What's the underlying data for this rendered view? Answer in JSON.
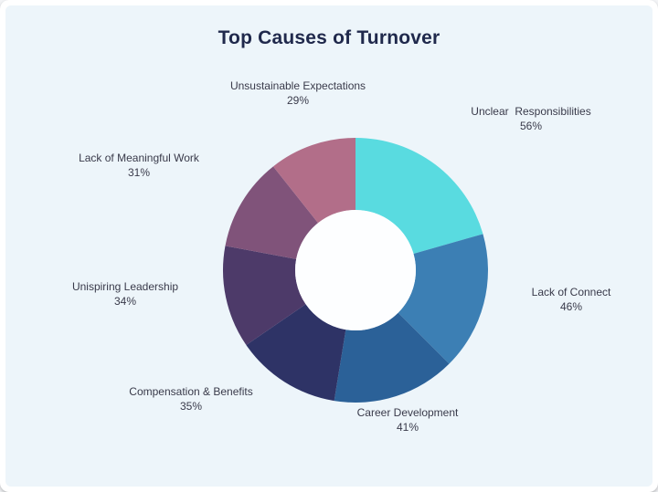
{
  "title": "Top Causes of Turnover",
  "chart_data": {
    "type": "pie",
    "subtype": "donut",
    "title": "Top Causes of Turnover",
    "direction": "clockwise",
    "start_angle_deg": 0,
    "legend_position": "none",
    "labels_shown": "around-chart",
    "background_color": "#edf5fa",
    "hole_color": "#fdfeff",
    "title_color": "#20294c",
    "label_color": "#393a4a",
    "segments": [
      {
        "label": "Unclear  Responsibilities",
        "value": 56,
        "value_label": "56%",
        "color": "#59dbe0"
      },
      {
        "label": "Lack of Connect",
        "value": 46,
        "value_label": "46%",
        "color": "#3c7fb4"
      },
      {
        "label": "Career Development",
        "value": 41,
        "value_label": "41%",
        "color": "#2b6198"
      },
      {
        "label": "Compensation & Benefits",
        "value": 35,
        "value_label": "35%",
        "color": "#2e3366"
      },
      {
        "label": "Unispiring Leadership",
        "value": 34,
        "value_label": "34%",
        "color": "#4d3a69"
      },
      {
        "label": "Lack of Meaningful Work",
        "value": 31,
        "value_label": "31%",
        "color": "#80537a"
      },
      {
        "label": "Unsustainable Expectations",
        "value": 29,
        "value_label": "29%",
        "color": "#b26e89"
      }
    ]
  }
}
